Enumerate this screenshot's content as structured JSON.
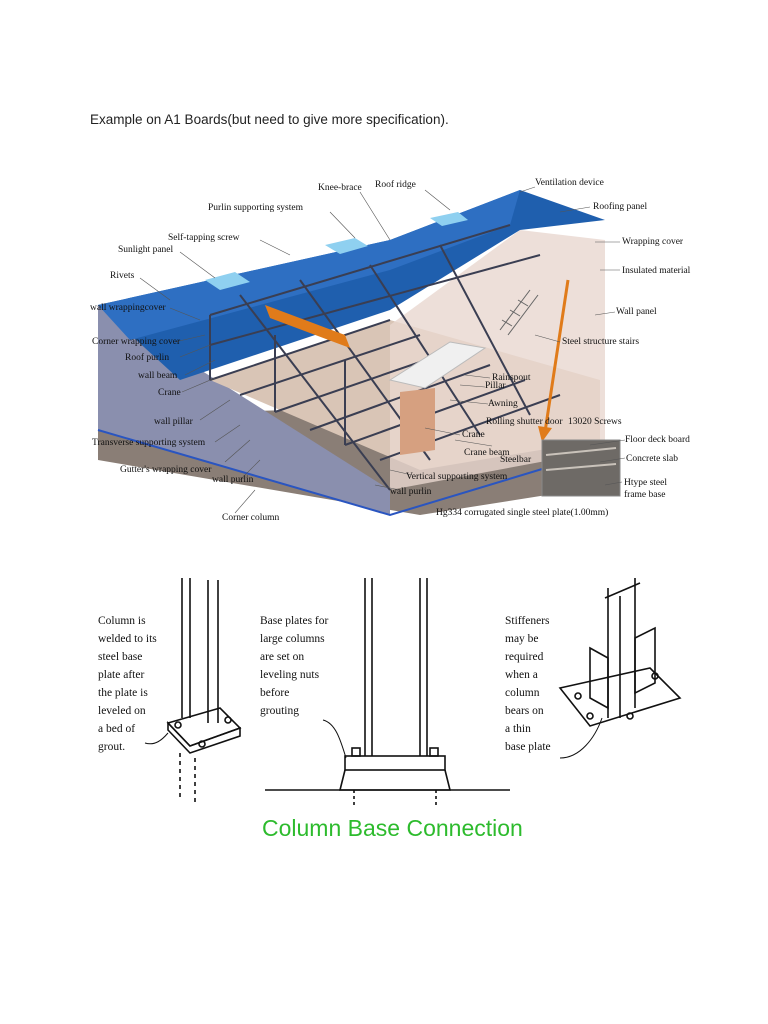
{
  "caption": "Example on A1 Boards(but need to give more specification).",
  "structure_labels": {
    "knee_brace": "Knee-brace",
    "roof_ridge": "Roof ridge",
    "ventilation_device": "Ventilation device",
    "purlin_supporting_system": "Purlin supporting system",
    "roofing_panel": "Roofing panel",
    "self_tapping_screw": "Self-tapping screw",
    "wrapping_cover": "Wrapping cover",
    "sunlight_panel": "Sunlight panel",
    "insulated_material": "Insulated material",
    "rivets": "Rivets",
    "wall_wrapping_cover": "wall wrappingcover",
    "wall_panel": "Wall panel",
    "corner_wrapping_cover": "Corner wrapping cover",
    "steel_structure_stairs": "Steel structure stairs",
    "roof_purlin": "Roof purlin",
    "wall_beam": "wall beam",
    "rainspout": "Rainspout",
    "crane_left": "Crane",
    "pillar": "Pillar",
    "wall_pillar": "wall pillar",
    "awning": "Awning",
    "screws": "13020 Screws",
    "rolling_shutter_door": "Rolling shutter door",
    "floor_deck_board": "Floor deck board",
    "transverse_supporting_system": "Transverse supporting system",
    "crane_center": "Crane",
    "concrete_slab": "Concrete slab",
    "crane_beam": "Crane beam",
    "steelbar": "Steelbar",
    "gutters_wrapping_cover": "Gutter's wrapping cover",
    "htype_steel": "Htype steel",
    "frame_base": "frame base",
    "vertical_supporting_system": "Vertical supporting system",
    "wall_purlin_left": "wall purlin",
    "wall_purlin_bottom": "wall purlin",
    "corrugated_plate": "Hg334 corrugated single steel plate(1.00mm)",
    "corner_column": "Corner column"
  },
  "base_notes": {
    "left": [
      "Column is",
      "welded to its",
      "steel base",
      "plate after",
      "the plate is",
      "leveled on",
      "a bed of",
      "grout."
    ],
    "middle": [
      "Base plates for",
      "large columns",
      "are set on",
      "leveling nuts",
      "before",
      "grouting"
    ],
    "right": [
      "Stiffeners",
      "may be",
      "required",
      "when a",
      "column",
      "bears on",
      "a thin",
      "base plate"
    ]
  },
  "title": "Column Base Connection",
  "colors": {
    "title_green": "#2dbb2d",
    "roof_blue": "#1f5fae",
    "arrow_orange": "#e07b1a"
  }
}
